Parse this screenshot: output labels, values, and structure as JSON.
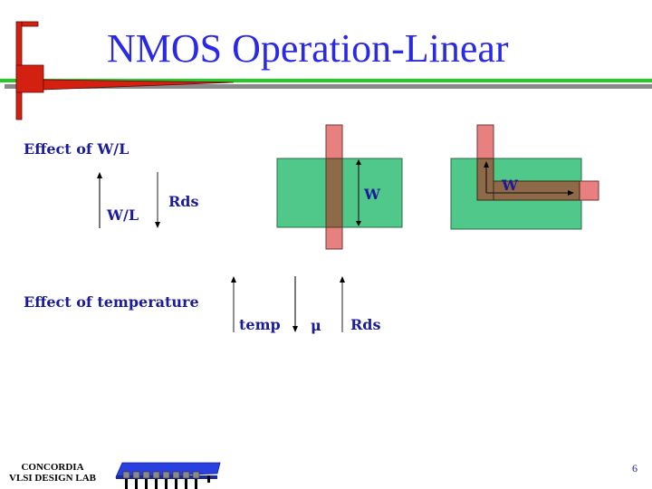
{
  "slide": {
    "title": "NMOS Operation-Linear",
    "page_number": "6"
  },
  "section_wl": {
    "heading": "Effect of  W/L",
    "up_label": "W/L",
    "down_label": "Rds"
  },
  "diagrams": {
    "straight_gate_label": "W",
    "bent_gate_label": "W"
  },
  "section_temp": {
    "heading": "Effect of  temperature",
    "label_temp": "temp",
    "label_mu": "μ",
    "label_rds": "Rds"
  },
  "footer": {
    "line1": "CONCORDIA",
    "line2": "VLSI DESIGN LAB"
  },
  "colors": {
    "title": "#2a2ae6",
    "body_text": "#1c1c9a",
    "active": "#50c88a",
    "poly": "#e88080",
    "overlap": "#8e6a48",
    "logo_red": "#d42010",
    "rule_green": "#22cc22",
    "chip_blue": "#2a3fe0"
  }
}
